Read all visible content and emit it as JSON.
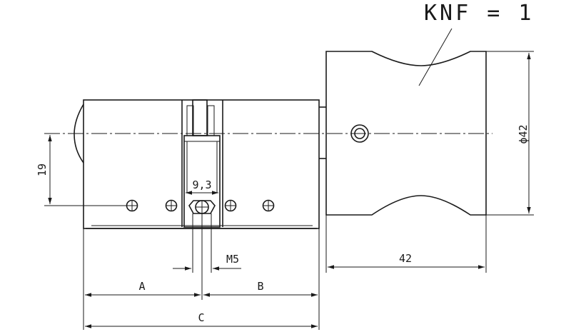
{
  "drawing": {
    "knob_label": "KNF = 1",
    "diameter_label": "ϕ42",
    "dim_19": "19",
    "dim_9_3": "9,3",
    "dim_m5": "M5",
    "dim_42": "42",
    "dim_a": "A",
    "dim_b": "B",
    "dim_c": "C"
  }
}
